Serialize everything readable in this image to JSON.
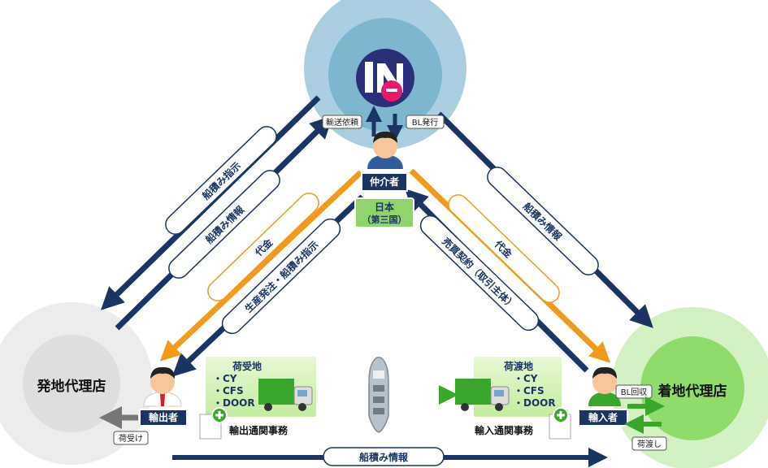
{
  "colors": {
    "navy": "#1a3463",
    "orange": "#f29a1c",
    "green": "#3aa62b",
    "top_outer": "#a9cfe0",
    "top_inner": "#7eb6cf",
    "left_outer": "#e9e9e9",
    "left_inner": "#dcdcdc",
    "right_outer": "#d4f1c4",
    "right_inner": "#8fdc6c"
  },
  "nodes": {
    "origin_agent": "発地代理店",
    "destination_agent": "着地代理店",
    "intermediary": "仲介者",
    "japan_line1": "日本",
    "japan_line2": "（第三国）",
    "exporter": "輸出者",
    "importer": "輸入者"
  },
  "badges": {
    "transport_request": "輸送依頼",
    "bl_issue": "BL発行",
    "bl_collect": "BL回収",
    "cargo_receive": "荷受け",
    "cargo_delivery": "荷渡し"
  },
  "arrow_labels": {
    "loading_instruction": "船積み指示",
    "loading_info_left": "船積み情報",
    "payment_left": "代金",
    "production_order": "生産発注・船積み指示",
    "sales_contract": "売買契約（取引主体）",
    "payment_right": "代金",
    "loading_info_right": "船積み情報",
    "loading_info_bottom": "船積み情報"
  },
  "origin_box": {
    "title": "荷受地",
    "items": [
      "・CY",
      "・CFS",
      "・DOOR"
    ],
    "customs": "輸出通関事務"
  },
  "dest_box": {
    "title": "荷渡地",
    "items": [
      "・CY",
      "・CFS",
      "・DOOR"
    ],
    "customs": "輸入通関事務"
  },
  "icons": {
    "logo": "ine-logo-icon",
    "person": "person-icon",
    "truck": "truck-icon",
    "ship": "ship-icon",
    "document": "document-plus-icon"
  }
}
